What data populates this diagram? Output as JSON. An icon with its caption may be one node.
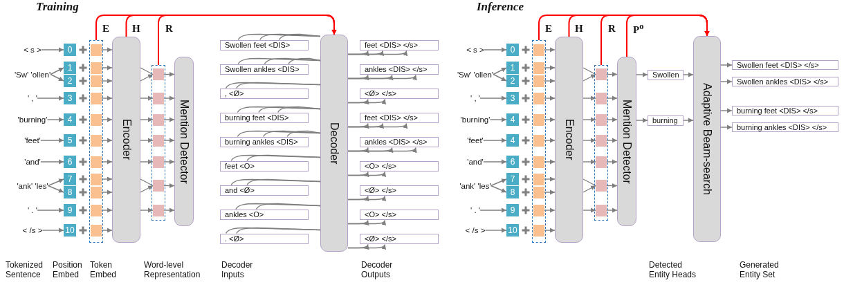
{
  "diagram": {
    "nodes": [
      {
        "text": [
          "< s >"
        ]
      },
      {
        "text": [
          "'Sw' 'ollen'"
        ]
      },
      {
        "text": [
          "' , '"
        ]
      },
      {
        "text": [
          "'burning'"
        ]
      },
      {
        "text": [
          "'feet'"
        ]
      },
      {
        "text": [
          "'and'"
        ]
      },
      {
        "text": [
          "'ank' 'les'"
        ]
      },
      {
        "text": [
          "' . '"
        ]
      },
      {
        "text": [
          "< /s >"
        ]
      },
      {
        "text": [
          "0"
        ]
      },
      {
        "text": [
          "1"
        ]
      },
      {
        "text": [
          "2"
        ]
      },
      {
        "text": [
          "3"
        ]
      },
      {
        "text": [
          "4"
        ]
      },
      {
        "text": [
          "5"
        ]
      },
      {
        "text": [
          "6"
        ]
      },
      {
        "text": [
          "7"
        ]
      },
      {
        "text": [
          "8"
        ]
      },
      {
        "text": [
          "9"
        ]
      },
      {
        "text": [
          "10"
        ]
      },
      {
        "text": [],
        "shape": "box"
      },
      {
        "text": [],
        "shape": "box",
        "in": 20
      },
      {
        "text": [],
        "shape": "box",
        "in": 20
      },
      {
        "text": [],
        "shape": "box",
        "in": 20
      },
      {
        "text": [],
        "shape": "box",
        "in": 20
      },
      {
        "text": [],
        "shape": "box",
        "in": 20
      },
      {
        "text": [],
        "shape": "box",
        "in": 20
      },
      {
        "text": [],
        "shape": "box",
        "in": 20
      },
      {
        "text": [],
        "shape": "box",
        "in": 20
      },
      {
        "text": [],
        "shape": "box",
        "in": 20
      },
      {
        "text": [],
        "shape": "box",
        "in": 20
      },
      {
        "text": [],
        "shape": "box",
        "in": 20
      },
      {
        "text": [
          "Encoder"
        ]
      },
      {
        "text": [],
        "shape": "box"
      },
      {
        "text": [],
        "shape": "box",
        "in": 33
      },
      {
        "text": [],
        "shape": "box",
        "in": 33
      },
      {
        "text": [],
        "shape": "box",
        "in": 33
      },
      {
        "text": [],
        "shape": "box",
        "in": 33
      },
      {
        "text": [],
        "shape": "box",
        "in": 33
      },
      {
        "text": [],
        "shape": "box",
        "in": 33
      },
      {
        "text": [],
        "shape": "box",
        "in": 33
      },
      {
        "text": [
          "Mention Detector"
        ]
      },
      {
        "text": [
          "Swollen feet <DIS>"
        ]
      },
      {
        "text": [
          "Swollen ankles <DIS>"
        ]
      },
      {
        "text": [
          ", <Ø>"
        ]
      },
      {
        "text": [
          "burning feet <DIS>"
        ]
      },
      {
        "text": [
          "burning ankles <DIS>"
        ]
      },
      {
        "text": [
          "feet <O>"
        ]
      },
      {
        "text": [
          "and <Ø>"
        ]
      },
      {
        "text": [
          "ankles <O>"
        ]
      },
      {
        "text": [
          ". <Ø>"
        ]
      },
      {
        "text": [
          "Decoder"
        ]
      },
      {
        "text": [
          "feet <DIS> </s>"
        ]
      },
      {
        "text": [
          "ankles <DIS> </s>"
        ]
      },
      {
        "text": [
          "<Ø> </s>"
        ]
      },
      {
        "text": [
          "feet <DIS> </s>"
        ]
      },
      {
        "text": [
          "ankles <DIS> </s>"
        ]
      },
      {
        "text": [
          "<O> </s>"
        ]
      },
      {
        "text": [
          "<Ø> </s>"
        ]
      },
      {
        "text": [
          "<O> </s>"
        ]
      },
      {
        "text": [
          "<Ø> </s>"
        ]
      },
      {
        "text": [
          "< s >"
        ]
      },
      {
        "text": [
          "'Sw' 'ollen'"
        ]
      },
      {
        "text": [
          "' , '"
        ]
      },
      {
        "text": [
          "'burning'"
        ]
      },
      {
        "text": [
          "'feet'"
        ]
      },
      {
        "text": [
          "'and'"
        ]
      },
      {
        "text": [
          "'ank' 'les'"
        ]
      },
      {
        "text": [
          "' . '"
        ]
      },
      {
        "text": [
          "< /s >"
        ]
      },
      {
        "text": [
          "0"
        ]
      },
      {
        "text": [
          "1"
        ]
      },
      {
        "text": [
          "2"
        ]
      },
      {
        "text": [
          "3"
        ]
      },
      {
        "text": [
          "4"
        ]
      },
      {
        "text": [
          "4"
        ]
      },
      {
        "text": [
          "6"
        ]
      },
      {
        "text": [
          "7"
        ]
      },
      {
        "text": [
          "8"
        ]
      },
      {
        "text": [
          "9"
        ]
      },
      {
        "text": [
          "10"
        ]
      },
      {
        "text": [],
        "shape": "box"
      },
      {
        "text": [],
        "shape": "box",
        "in": 81
      },
      {
        "text": [],
        "shape": "box",
        "in": 81
      },
      {
        "text": [],
        "shape": "box",
        "in": 81
      },
      {
        "text": [],
        "shape": "box",
        "in": 81
      },
      {
        "text": [],
        "shape": "box",
        "in": 81
      },
      {
        "text": [],
        "shape": "box",
        "in": 81
      },
      {
        "text": [],
        "shape": "box",
        "in": 81
      },
      {
        "text": [],
        "shape": "box",
        "in": 81
      },
      {
        "text": [],
        "shape": "box",
        "in": 81
      },
      {
        "text": [],
        "shape": "box",
        "in": 81
      },
      {
        "text": [],
        "shape": "box",
        "in": 81
      },
      {
        "text": [
          "Encoder"
        ]
      },
      {
        "text": [],
        "shape": "box"
      },
      {
        "text": [],
        "shape": "box",
        "in": 94
      },
      {
        "text": [],
        "shape": "box",
        "in": 94
      },
      {
        "text": [],
        "shape": "box",
        "in": 94
      },
      {
        "text": [],
        "shape": "box",
        "in": 94
      },
      {
        "text": [],
        "shape": "box",
        "in": 94
      },
      {
        "text": [],
        "shape": "box",
        "in": 94
      },
      {
        "text": [],
        "shape": "box",
        "in": 94
      },
      {
        "text": [
          "Mention Detector"
        ]
      },
      {
        "text": [
          "Swollen"
        ]
      },
      {
        "text": [
          "burning"
        ]
      },
      {
        "text": [
          "Adaptive Beam-search"
        ]
      },
      {
        "text": [
          "Swollen feet <DIS> </s>"
        ]
      },
      {
        "text": [
          "Swollen ankles <DIS> </s>"
        ]
      },
      {
        "text": [
          "burning feet <DIS> </s>"
        ]
      },
      {
        "text": [
          "burning ankles <DIS> </s>"
        ]
      }
    ],
    "edges": [
      {
        "from": 0,
        "to": 9,
        "arrow": "to"
      },
      {
        "from": 1,
        "to": 10,
        "arrow": "to"
      },
      {
        "from": 1,
        "to": 11,
        "arrow": "to"
      },
      {
        "from": 2,
        "to": 12,
        "arrow": "to"
      },
      {
        "from": 3,
        "to": 13,
        "arrow": "to"
      },
      {
        "from": 4,
        "to": 14,
        "arrow": "to"
      },
      {
        "from": 5,
        "to": 15,
        "arrow": "to"
      },
      {
        "from": 6,
        "to": 16,
        "arrow": "to"
      },
      {
        "from": 6,
        "to": 17,
        "arrow": "to"
      },
      {
        "from": 7,
        "to": 18,
        "arrow": "to"
      },
      {
        "from": 8,
        "to": 19,
        "arrow": "to"
      },
      {
        "from": 21,
        "to": 32,
        "arrow": "to"
      },
      {
        "from": 22,
        "to": 32,
        "arrow": "to"
      },
      {
        "from": 23,
        "to": 32,
        "arrow": "to"
      },
      {
        "from": 24,
        "to": 32,
        "arrow": "to"
      },
      {
        "from": 25,
        "to": 32,
        "arrow": "to"
      },
      {
        "from": 26,
        "to": 32,
        "arrow": "to"
      },
      {
        "from": 27,
        "to": 32,
        "arrow": "to"
      },
      {
        "from": 28,
        "to": 32,
        "arrow": "to"
      },
      {
        "from": 29,
        "to": 32,
        "arrow": "to"
      },
      {
        "from": 30,
        "to": 32,
        "arrow": "to"
      },
      {
        "from": 31,
        "to": 32,
        "arrow": "to"
      },
      {
        "from": 32,
        "to": 34,
        "arrow": "to"
      },
      {
        "from": 32,
        "to": 35,
        "arrow": "to"
      },
      {
        "from": 32,
        "to": 36,
        "arrow": "to"
      },
      {
        "from": 32,
        "to": 37,
        "arrow": "to"
      },
      {
        "from": 32,
        "to": 38,
        "arrow": "to"
      },
      {
        "from": 32,
        "to": 39,
        "arrow": "to"
      },
      {
        "from": 32,
        "to": 40,
        "arrow": "to"
      },
      {
        "from": 34,
        "to": 41,
        "arrow": "to"
      },
      {
        "from": 35,
        "to": 41,
        "arrow": "to"
      },
      {
        "from": 36,
        "to": 41,
        "arrow": "to"
      },
      {
        "from": 37,
        "to": 41,
        "arrow": "to"
      },
      {
        "from": 38,
        "to": 41,
        "arrow": "to"
      },
      {
        "from": 39,
        "to": 41,
        "arrow": "to"
      },
      {
        "from": 40,
        "to": 41,
        "arrow": "to"
      },
      {
        "from": 42,
        "to": 51,
        "arrow": "none"
      },
      {
        "from": 42,
        "to": 51,
        "arrow": "none"
      },
      {
        "from": 42,
        "to": 51,
        "arrow": "none"
      },
      {
        "from": 43,
        "to": 51,
        "arrow": "none"
      },
      {
        "from": 43,
        "to": 51,
        "arrow": "none"
      },
      {
        "from": 43,
        "to": 51,
        "arrow": "none"
      },
      {
        "from": 44,
        "to": 51,
        "arrow": "none"
      },
      {
        "from": 44,
        "to": 51,
        "arrow": "none"
      },
      {
        "from": 45,
        "to": 51,
        "arrow": "none"
      },
      {
        "from": 45,
        "to": 51,
        "arrow": "none"
      },
      {
        "from": 45,
        "to": 51,
        "arrow": "none"
      },
      {
        "from": 46,
        "to": 51,
        "arrow": "none"
      },
      {
        "from": 46,
        "to": 51,
        "arrow": "none"
      },
      {
        "from": 46,
        "to": 51,
        "arrow": "none"
      },
      {
        "from": 47,
        "to": 51,
        "arrow": "none"
      },
      {
        "from": 47,
        "to": 51,
        "arrow": "none"
      },
      {
        "from": 48,
        "to": 51,
        "arrow": "none"
      },
      {
        "from": 48,
        "to": 51,
        "arrow": "none"
      },
      {
        "from": 49,
        "to": 51,
        "arrow": "none"
      },
      {
        "from": 49,
        "to": 51,
        "arrow": "none"
      },
      {
        "from": 50,
        "to": 51,
        "arrow": "none"
      },
      {
        "from": 50,
        "to": 51,
        "arrow": "none"
      },
      {
        "from": 51,
        "to": 52,
        "arrow": "to"
      },
      {
        "from": 51,
        "to": 52,
        "arrow": "to"
      },
      {
        "from": 51,
        "to": 52,
        "arrow": "to"
      },
      {
        "from": 51,
        "to": 53,
        "arrow": "to"
      },
      {
        "from": 51,
        "to": 53,
        "arrow": "to"
      },
      {
        "from": 51,
        "to": 53,
        "arrow": "to"
      },
      {
        "from": 51,
        "to": 54,
        "arrow": "to"
      },
      {
        "from": 51,
        "to": 54,
        "arrow": "to"
      },
      {
        "from": 51,
        "to": 55,
        "arrow": "to"
      },
      {
        "from": 51,
        "to": 55,
        "arrow": "to"
      },
      {
        "from": 51,
        "to": 55,
        "arrow": "to"
      },
      {
        "from": 51,
        "to": 56,
        "arrow": "to"
      },
      {
        "from": 51,
        "to": 56,
        "arrow": "to"
      },
      {
        "from": 51,
        "to": 56,
        "arrow": "to"
      },
      {
        "from": 51,
        "to": 57,
        "arrow": "to"
      },
      {
        "from": 51,
        "to": 57,
        "arrow": "to"
      },
      {
        "from": 51,
        "to": 58,
        "arrow": "to"
      },
      {
        "from": 51,
        "to": 58,
        "arrow": "to"
      },
      {
        "from": 51,
        "to": 59,
        "arrow": "to"
      },
      {
        "from": 51,
        "to": 59,
        "arrow": "to"
      },
      {
        "from": 51,
        "to": 60,
        "arrow": "to"
      },
      {
        "from": 51,
        "to": 60,
        "arrow": "to"
      },
      {
        "from": 20,
        "to": 51,
        "arrow": "to",
        "color": "#ff0000"
      },
      {
        "from": 32,
        "to": 51,
        "arrow": "to",
        "color": "#ff0000"
      },
      {
        "from": 33,
        "to": 51,
        "arrow": "to",
        "color": "#ff0000"
      },
      {
        "from": 61,
        "to": 70,
        "arrow": "to"
      },
      {
        "from": 62,
        "to": 71,
        "arrow": "to"
      },
      {
        "from": 62,
        "to": 72,
        "arrow": "to"
      },
      {
        "from": 63,
        "to": 73,
        "arrow": "to"
      },
      {
        "from": 64,
        "to": 74,
        "arrow": "to"
      },
      {
        "from": 65,
        "to": 75,
        "arrow": "to"
      },
      {
        "from": 66,
        "to": 76,
        "arrow": "to"
      },
      {
        "from": 67,
        "to": 77,
        "arrow": "to"
      },
      {
        "from": 67,
        "to": 78,
        "arrow": "to"
      },
      {
        "from": 68,
        "to": 79,
        "arrow": "to"
      },
      {
        "from": 69,
        "to": 80,
        "arrow": "to"
      },
      {
        "from": 82,
        "to": 93,
        "arrow": "to"
      },
      {
        "from": 83,
        "to": 93,
        "arrow": "to"
      },
      {
        "from": 84,
        "to": 93,
        "arrow": "to"
      },
      {
        "from": 85,
        "to": 93,
        "arrow": "to"
      },
      {
        "from": 86,
        "to": 93,
        "arrow": "to"
      },
      {
        "from": 87,
        "to": 93,
        "arrow": "to"
      },
      {
        "from": 88,
        "to": 93,
        "arrow": "to"
      },
      {
        "from": 89,
        "to": 93,
        "arrow": "to"
      },
      {
        "from": 90,
        "to": 93,
        "arrow": "to"
      },
      {
        "from": 91,
        "to": 93,
        "arrow": "to"
      },
      {
        "from": 92,
        "to": 93,
        "arrow": "to"
      },
      {
        "from": 93,
        "to": 95,
        "arrow": "to"
      },
      {
        "from": 93,
        "to": 96,
        "arrow": "to"
      },
      {
        "from": 93,
        "to": 97,
        "arrow": "to"
      },
      {
        "from": 93,
        "to": 98,
        "arrow": "to"
      },
      {
        "from": 93,
        "to": 99,
        "arrow": "to"
      },
      {
        "from": 93,
        "to": 100,
        "arrow": "to"
      },
      {
        "from": 93,
        "to": 101,
        "arrow": "to"
      },
      {
        "from": 95,
        "to": 102,
        "arrow": "to"
      },
      {
        "from": 96,
        "to": 102,
        "arrow": "to"
      },
      {
        "from": 97,
        "to": 102,
        "arrow": "to"
      },
      {
        "from": 98,
        "to": 102,
        "arrow": "to"
      },
      {
        "from": 99,
        "to": 102,
        "arrow": "to"
      },
      {
        "from": 100,
        "to": 102,
        "arrow": "to"
      },
      {
        "from": 101,
        "to": 102,
        "arrow": "to"
      },
      {
        "from": 102,
        "to": 103,
        "arrow": "to"
      },
      {
        "from": 102,
        "to": 104,
        "arrow": "to"
      },
      {
        "from": 103,
        "to": 105,
        "arrow": "to"
      },
      {
        "from": 104,
        "to": 105,
        "arrow": "to"
      },
      {
        "from": 105,
        "to": 106,
        "arrow": "to"
      },
      {
        "from": 105,
        "to": 107,
        "arrow": "to"
      },
      {
        "from": 105,
        "to": 108,
        "arrow": "to"
      },
      {
        "from": 105,
        "to": 109,
        "arrow": "to"
      },
      {
        "from": 81,
        "to": 105,
        "arrow": "to",
        "color": "#ff0000"
      },
      {
        "from": 93,
        "to": 105,
        "arrow": "to",
        "color": "#ff0000"
      },
      {
        "from": 94,
        "to": 105,
        "arrow": "to",
        "color": "#ff0000"
      },
      {
        "from": 102,
        "to": 105,
        "arrow": "to",
        "color": "#ff0000"
      }
    ],
    "labels": [
      "Training",
      "E",
      "H",
      "R",
      "Inference",
      "E",
      "H",
      "R",
      "P$^{o}$",
      "Tokenized Sentence",
      "Position Embed",
      "Token Embed",
      "Word-level Representation",
      "Decoder Inputs",
      "Decoder Outputs",
      "Detected Entity Heads",
      "Generated Entity Set"
    ]
  }
}
